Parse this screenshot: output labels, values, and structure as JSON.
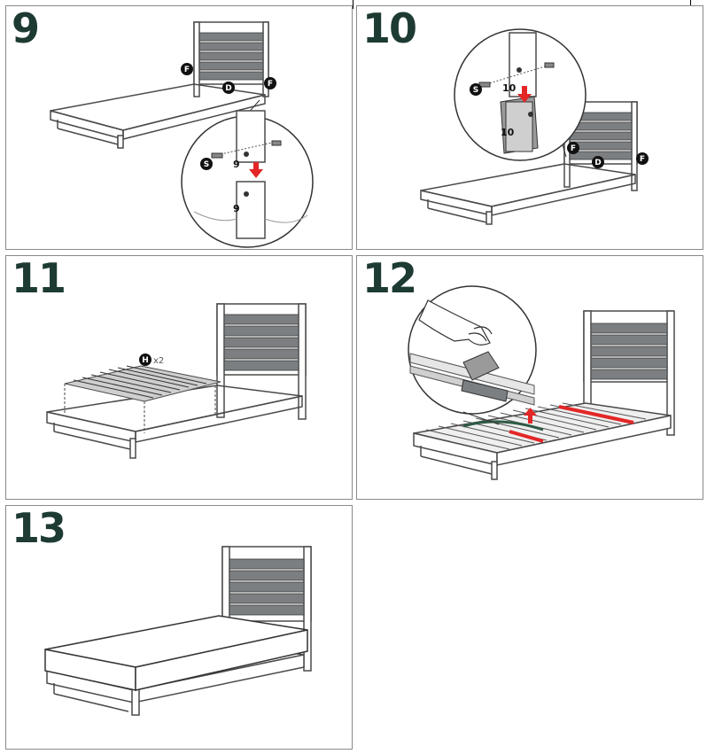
{
  "steps": [
    {
      "number": "9",
      "callouts": [
        "F",
        "D",
        "F"
      ],
      "zoom_callout": "S",
      "part_labels": [
        "9",
        "9"
      ]
    },
    {
      "number": "10",
      "callouts": [
        "F",
        "D",
        "F"
      ],
      "zoom_callout": "S",
      "part_labels": [
        "10",
        "10"
      ]
    },
    {
      "number": "11",
      "callouts": [
        "H"
      ],
      "quantity": "x2"
    },
    {
      "number": "12"
    },
    {
      "number": "13"
    }
  ],
  "colors": {
    "step_number": "#1d3a33",
    "frame_stroke": "#4a4a4a",
    "headboard_slat": "#7b7f82",
    "arrow_red": "#e32626",
    "strip_green": "#2e5a44",
    "callout_fill": "#111111"
  },
  "icons": [
    "screw-icon",
    "down-arrow-icon",
    "up-arrow-icon",
    "hand-icon"
  ]
}
